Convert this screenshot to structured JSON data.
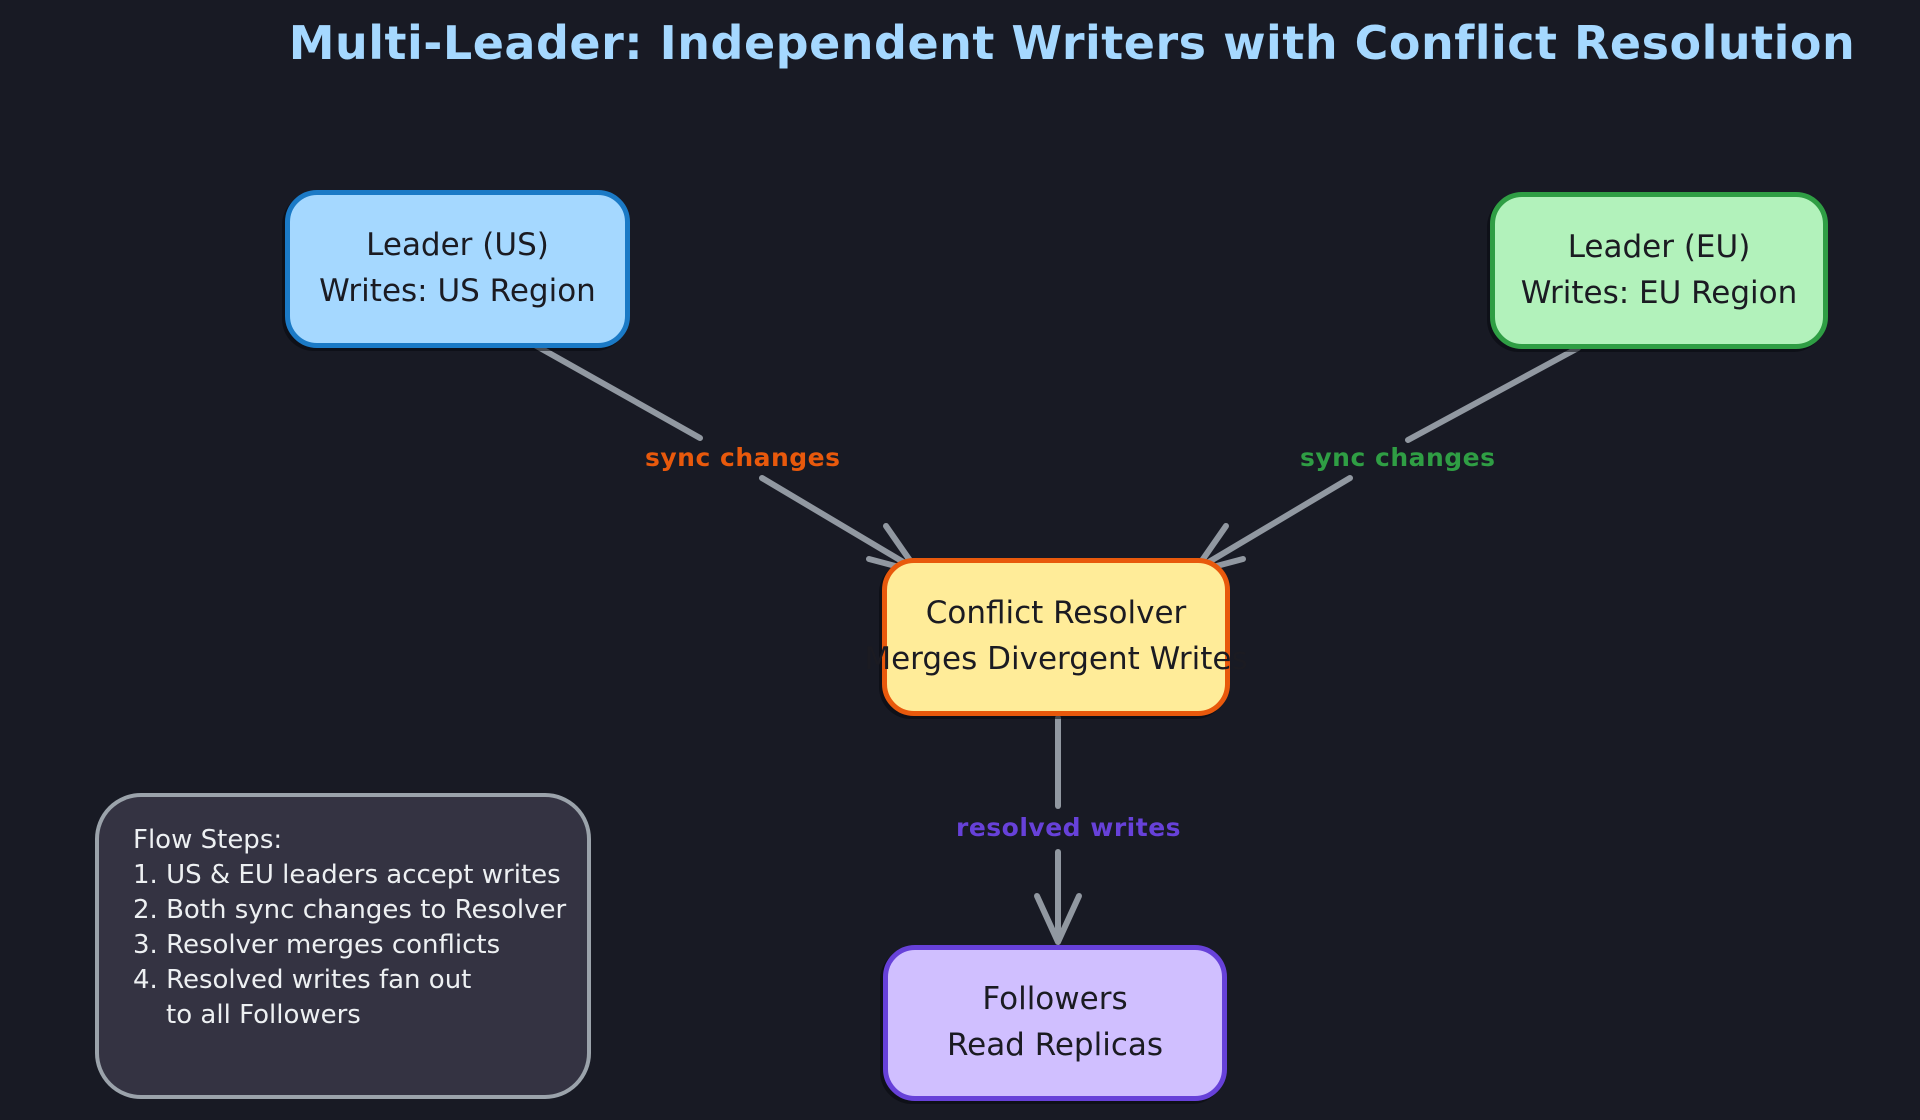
{
  "title": "Multi-Leader: Independent Writers with Conflict Resolution",
  "nodes": {
    "leader_us": {
      "line1": "Leader (US)",
      "line2": "Writes: US Region"
    },
    "leader_eu": {
      "line1": "Leader (EU)",
      "line2": "Writes: EU Region"
    },
    "resolver": {
      "line1": "Conflict Resolver",
      "line2": "Merges Divergent Writes"
    },
    "followers": {
      "line1": "Followers",
      "line2": "Read Replicas"
    }
  },
  "edges": {
    "us_sync": {
      "label": "sync changes",
      "color": "#e8590c"
    },
    "eu_sync": {
      "label": "sync changes",
      "color": "#2f9e44"
    },
    "resolved": {
      "label": "resolved writes",
      "color": "#6741d9"
    }
  },
  "flow_steps": {
    "heading": "Flow Steps:",
    "lines": [
      "1. US & EU leaders accept writes",
      "2. Both sync changes to Resolver",
      "3. Resolver merges conflicts",
      "4. Resolved writes fan out",
      "    to all Followers"
    ]
  },
  "colors": {
    "background": "#181a24",
    "title_text": "#a5d8ff",
    "arrow": "#9198a1",
    "node_text": "#1b1b22",
    "leader_us_fill": "#a5d8ff",
    "leader_us_stroke": "#1b7ac6",
    "leader_eu_fill": "#b2f2bb",
    "leader_eu_stroke": "#2f9e44",
    "resolver_fill": "#ffec99",
    "resolver_stroke": "#e8590c",
    "followers_fill": "#d0bfff",
    "followers_stroke": "#6741d9",
    "flow_box_fill": "#343342",
    "flow_box_stroke": "#9ba3ab",
    "flow_box_text": "#edf0f2"
  }
}
